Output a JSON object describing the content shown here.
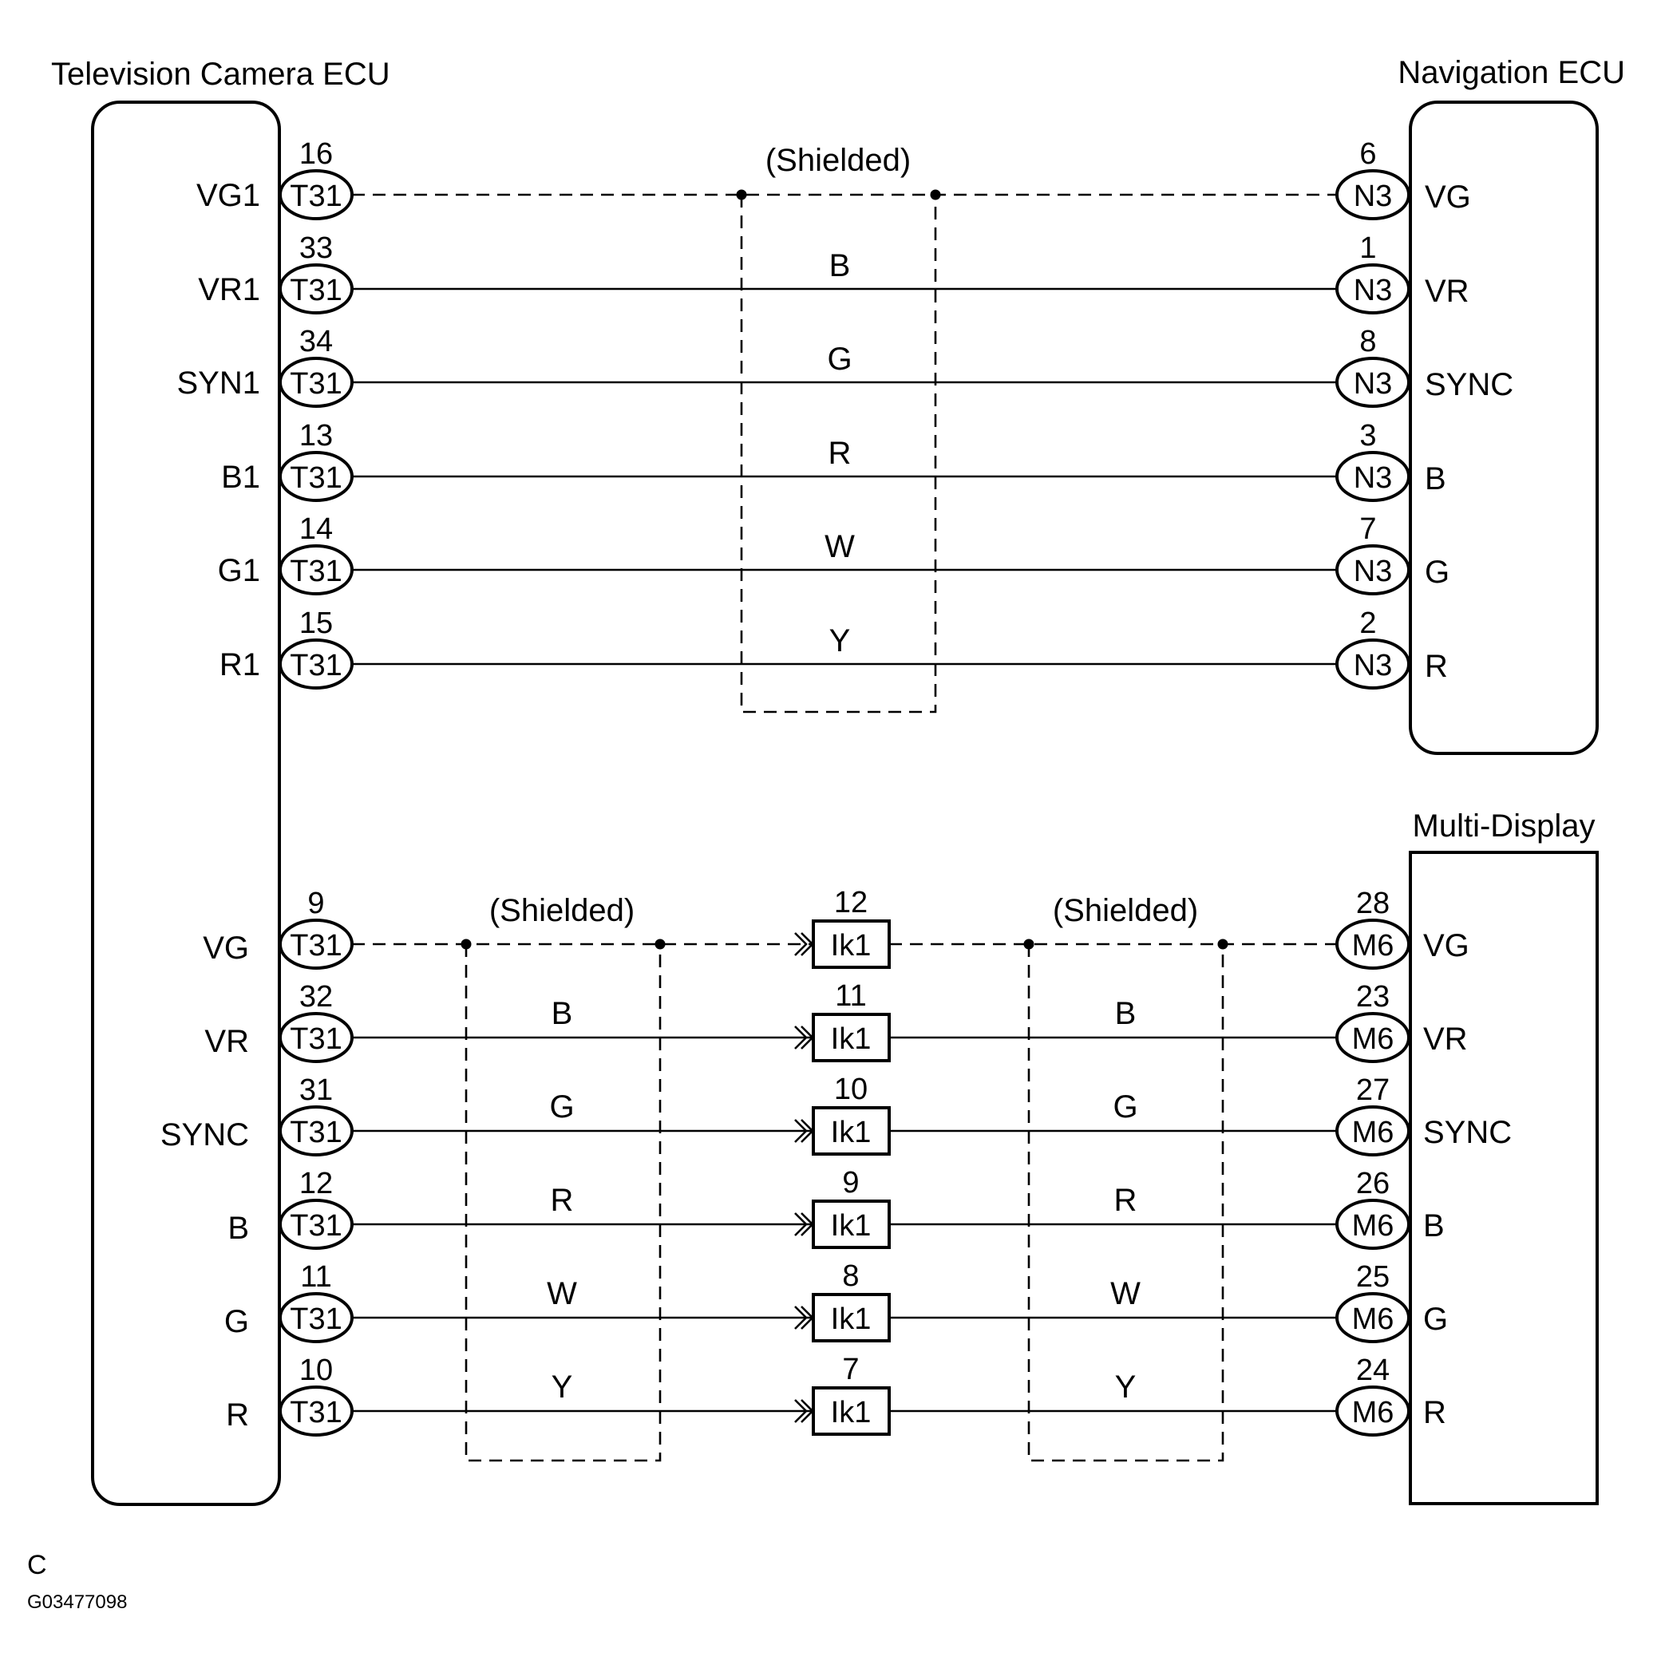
{
  "ecus": {
    "tv_camera": "Television Camera ECU",
    "navigation": "Navigation ECU",
    "multi_display": "Multi-Display"
  },
  "shield_label": "(Shielded)",
  "nav_section": {
    "tv_connector": "T31",
    "nav_connector": "N3",
    "rows": [
      {
        "tv_pin": "VG1",
        "tv_num": "16",
        "nav_num": "6",
        "nav_pin": "VG",
        "wire_color": ""
      },
      {
        "tv_pin": "VR1",
        "tv_num": "33",
        "nav_num": "1",
        "nav_pin": "VR",
        "wire_color": "B"
      },
      {
        "tv_pin": "SYN1",
        "tv_num": "34",
        "nav_num": "8",
        "nav_pin": "SYNC",
        "wire_color": "G"
      },
      {
        "tv_pin": "B1",
        "tv_num": "13",
        "nav_num": "3",
        "nav_pin": "B",
        "wire_color": "R"
      },
      {
        "tv_pin": "G1",
        "tv_num": "14",
        "nav_num": "7",
        "nav_pin": "G",
        "wire_color": "W"
      },
      {
        "tv_pin": "R1",
        "tv_num": "15",
        "nav_num": "2",
        "nav_pin": "R",
        "wire_color": "Y"
      }
    ]
  },
  "md_section": {
    "tv_connector": "T31",
    "junction_connector": "Ik1",
    "md_connector": "M6",
    "rows": [
      {
        "tv_pin": "VG",
        "tv_num": "9",
        "j_num": "12",
        "md_num": "28",
        "md_pin": "VG",
        "wire_left": "",
        "wire_right": ""
      },
      {
        "tv_pin": "VR",
        "tv_num": "32",
        "j_num": "11",
        "md_num": "23",
        "md_pin": "VR",
        "wire_left": "B",
        "wire_right": "B"
      },
      {
        "tv_pin": "SYNC",
        "tv_num": "31",
        "j_num": "10",
        "md_num": "27",
        "md_pin": "SYNC",
        "wire_left": "G",
        "wire_right": "G"
      },
      {
        "tv_pin": "B",
        "tv_num": "12",
        "j_num": "9",
        "md_num": "26",
        "md_pin": "B",
        "wire_left": "R",
        "wire_right": "R"
      },
      {
        "tv_pin": "G",
        "tv_num": "11",
        "j_num": "8",
        "md_num": "25",
        "md_pin": "G",
        "wire_left": "W",
        "wire_right": "W"
      },
      {
        "tv_pin": "R",
        "tv_num": "10",
        "j_num": "7",
        "md_num": "24",
        "md_pin": "R",
        "wire_left": "Y",
        "wire_right": "Y"
      }
    ]
  },
  "footer": {
    "letter": "C",
    "code": "G03477098"
  }
}
